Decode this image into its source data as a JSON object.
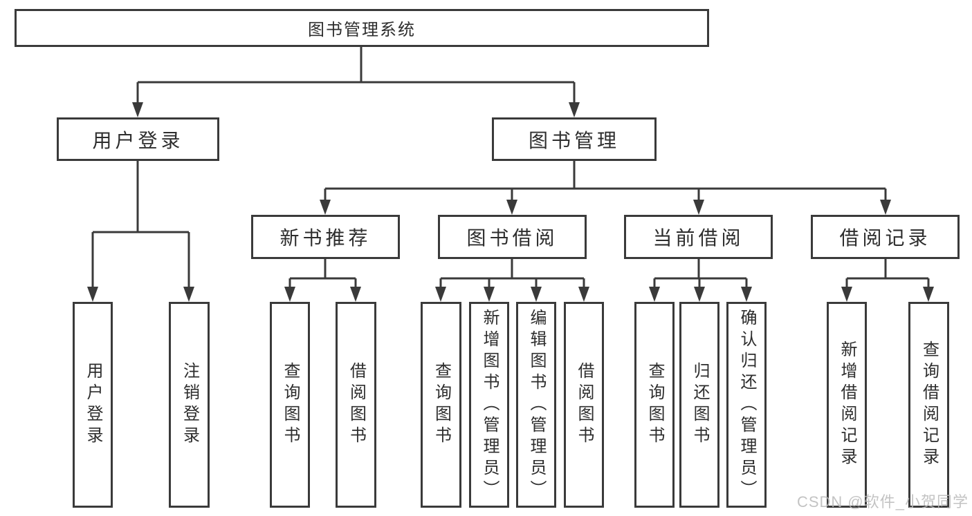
{
  "diagram": {
    "tree": {
      "label": "图书管理系统",
      "children": [
        {
          "label": "用户登录",
          "children": [
            {
              "label": "用户登录"
            },
            {
              "label": "注销登录"
            }
          ]
        },
        {
          "label": "图书管理",
          "children": [
            {
              "label": "新书推荐",
              "children": [
                {
                  "label": "查询图书"
                },
                {
                  "label": "借阅图书"
                }
              ]
            },
            {
              "label": "图书借阅",
              "children": [
                {
                  "label": "查询图书"
                },
                {
                  "label": "新增图书（管理员）"
                },
                {
                  "label": "编辑图书（管理员）"
                },
                {
                  "label": "借阅图书"
                }
              ]
            },
            {
              "label": "当前借阅",
              "children": [
                {
                  "label": "查询图书"
                },
                {
                  "label": "归还图书"
                },
                {
                  "label": "确认归还（管理员）"
                }
              ]
            },
            {
              "label": "借阅记录",
              "children": [
                {
                  "label": "新增借阅记录"
                },
                {
                  "label": "查询借阅记录"
                }
              ]
            }
          ]
        }
      ]
    }
  },
  "watermark": {
    "text": "CSDN @软件_小贺同学"
  },
  "colors": {
    "line": "#3a3a3a",
    "text": "#2d2d2d",
    "watermark": "#b9b9b9",
    "background": "#ffffff"
  }
}
